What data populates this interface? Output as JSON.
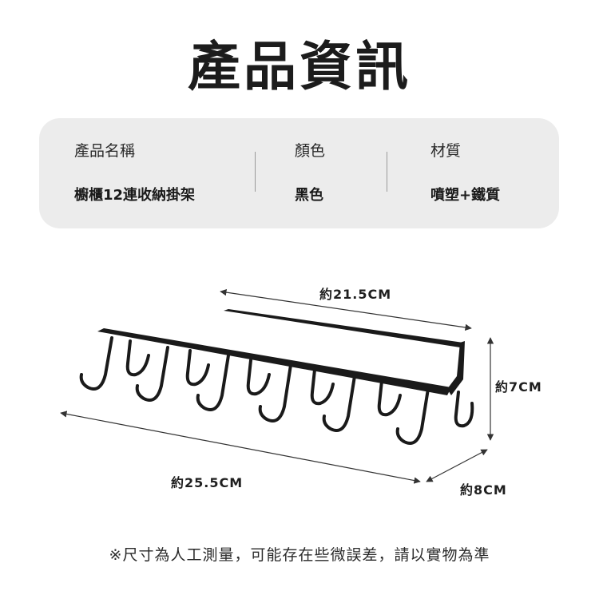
{
  "header": {
    "title": "產品資訊"
  },
  "specs": [
    {
      "label": "產品名稱",
      "value": "櫥櫃12連收納掛架"
    },
    {
      "label": "顏色",
      "value": "黑色"
    },
    {
      "label": "材質",
      "value": "噴塑+鐵質"
    }
  ],
  "dimensions": {
    "top_length": "約21.5CM",
    "height": "約7CM",
    "bottom_length": "約25.5CM",
    "depth": "約8CM"
  },
  "product": {
    "color": "#1a1a1a",
    "hook_count": 12
  },
  "footnote": "※尺寸為人工測量，可能存在些微誤差，請以實物為準"
}
